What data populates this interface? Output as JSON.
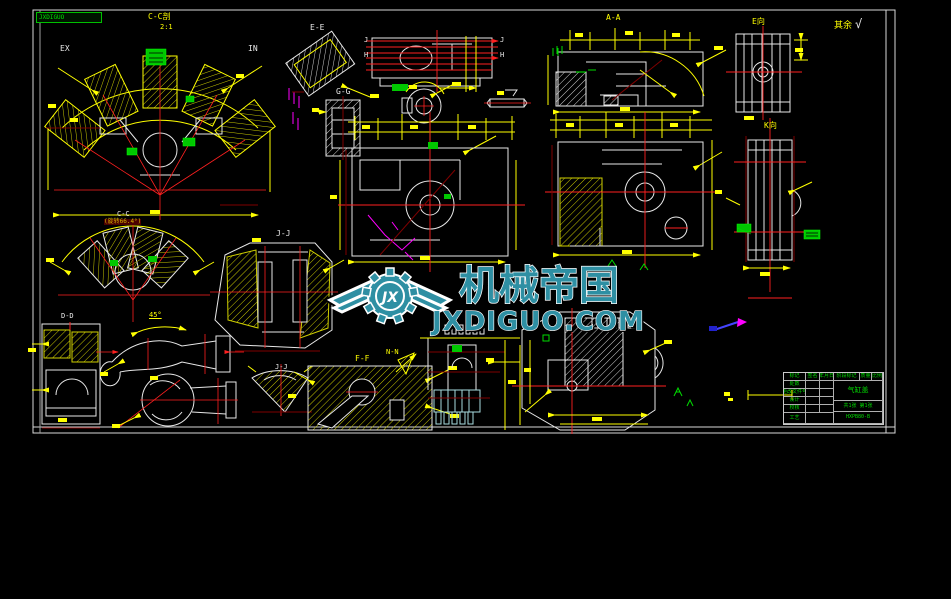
{
  "colors": {
    "background": "#000000",
    "line_white": "#FFFFFF",
    "dimension_yellow": "#FFFF00",
    "highlight_green": "#00DD00",
    "centerline_red": "#FF2020",
    "dark_red": "#7F0000",
    "detail_magenta": "#FF00FF",
    "comb_teal": "#A8DCE0",
    "watermark_teal": "#2E8FA3"
  },
  "stamp": {
    "text": "JXDIGUO"
  },
  "labels": {
    "cc_top": "C-C剖",
    "cc_scale": "2:1",
    "ex": "EX",
    "in": "IN",
    "ee": "E-E",
    "j_left": "J",
    "h_left": "H",
    "j_right": "J",
    "h_right": "H",
    "gg": "G-G",
    "aa": "A-A",
    "e_view": "E向",
    "qiyu": "其余",
    "rough_check": "√",
    "k_view": "K向",
    "cc2": "C-C",
    "cc2_note": "(旋转66.4°)",
    "jj": "J-J",
    "dd": "D-D",
    "angle": "45°",
    "jj2": "J-J",
    "ff": "F-F",
    "nn": "N-N"
  },
  "watermark": {
    "logo_text": "JX",
    "title": "机械帝国",
    "domain": "JXDIGUO.COM"
  },
  "title_block": {
    "rows": [
      "标记",
      "处数",
      "更改文件号",
      "设计",
      "校核",
      "工艺"
    ],
    "sign": "签名",
    "date": "年月日",
    "stage": "阶段标记",
    "mass": "质量",
    "scale": "比例",
    "part_name": "气缸盖",
    "sheet": "共1张 第1张",
    "drawing_no": "HXPB80-B"
  }
}
